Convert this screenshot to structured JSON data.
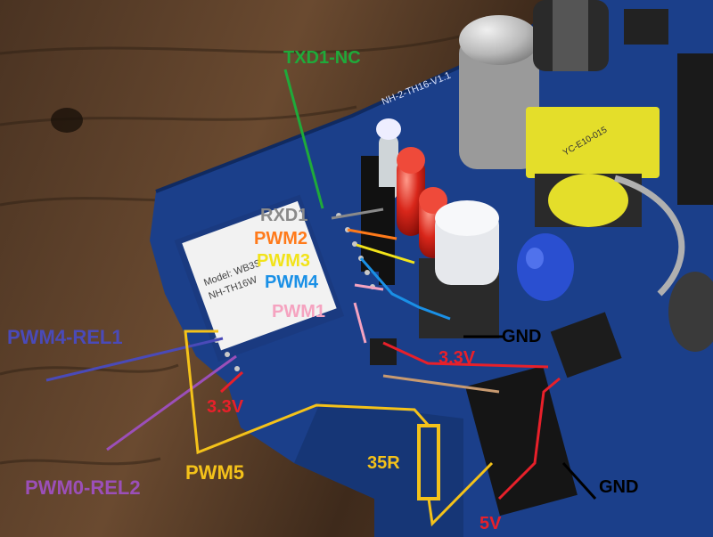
{
  "photo": {
    "board_silk": {
      "module_model": "Model: WB3S",
      "module_model_2": "NH-TH16W",
      "board_name": "NH-2-TH16-V1.1",
      "transformer": "YC-E10-015"
    }
  },
  "labels": {
    "txd1": "TXD1-NC",
    "rxd1": "RXD1",
    "pwm2": "PWM2",
    "pwm3": "PWM3",
    "pwm4": "PWM4",
    "pwm1": "PWM1",
    "gnd_top": "GND",
    "v33_right": "3.3V",
    "pwm4_rel1": "PWM4-REL1",
    "v33_left": "3.3V",
    "pwm0_rel2": "PWM0-REL2",
    "pwm5": "PWM5",
    "resistor": "35R",
    "gnd_bottom": "GND",
    "v5": "5V"
  },
  "colors": {
    "green": "#1faa3a",
    "gray": "#8a8a8a",
    "orange": "#ff7a1a",
    "yellow": "#f2e31a",
    "blue": "#1a90e6",
    "pink": "#f5a3c0",
    "red": "#e8202a",
    "purple": "#9b4fb8",
    "indigo": "#4a4ab8",
    "gold": "#f4c21a",
    "black": "#000000",
    "tan": "#c89a70"
  }
}
